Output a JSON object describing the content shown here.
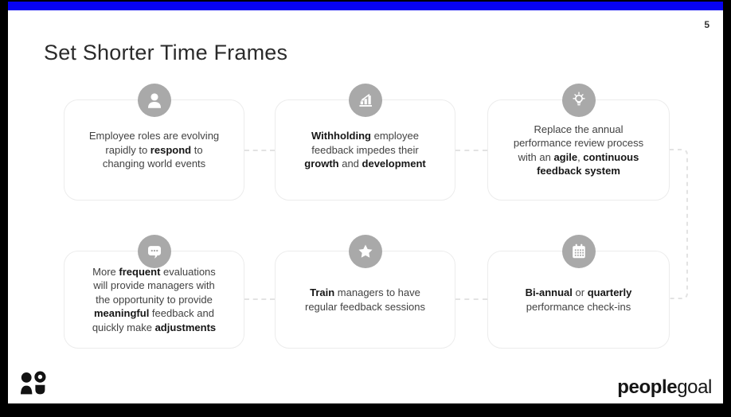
{
  "page": {
    "number": "5"
  },
  "title": "Set Shorter Time Frames",
  "brand": {
    "wordmark_bold": "people",
    "wordmark_light": "goal"
  },
  "colors": {
    "accent_bar": "#0703f3",
    "frame": "#000000",
    "icon_circle": "#a9a9a9",
    "card_border": "#ececec",
    "connector_dash": "#e3e3e3",
    "body_text": "#424242",
    "bold_text": "#161616"
  },
  "cards": [
    {
      "icon": "person-icon",
      "segments": [
        {
          "t": "Employee roles are evolving"
        },
        {
          "br": true
        },
        {
          "t": "rapidly to "
        },
        {
          "t": "respond",
          "b": true
        },
        {
          "t": " to"
        },
        {
          "br": true
        },
        {
          "t": "changing world events"
        }
      ]
    },
    {
      "icon": "bar-chart-icon",
      "segments": [
        {
          "t": "Withholding",
          "b": true
        },
        {
          "t": " employee"
        },
        {
          "br": true
        },
        {
          "t": "feedback impedes their"
        },
        {
          "br": true
        },
        {
          "t": "growth",
          "b": true
        },
        {
          "t": " and "
        },
        {
          "t": "development",
          "b": true
        }
      ]
    },
    {
      "icon": "lightbulb-icon",
      "segments": [
        {
          "t": "Replace the annual"
        },
        {
          "br": true
        },
        {
          "t": "performance review process"
        },
        {
          "br": true
        },
        {
          "t": "with an "
        },
        {
          "t": "agile",
          "b": true
        },
        {
          "t": ", "
        },
        {
          "t": "continuous",
          "b": true
        },
        {
          "br": true
        },
        {
          "t": "feedback system",
          "b": true
        }
      ]
    },
    {
      "icon": "comment-icon",
      "segments": [
        {
          "t": "More "
        },
        {
          "t": "frequent",
          "b": true
        },
        {
          "t": " evaluations"
        },
        {
          "br": true
        },
        {
          "t": "will provide managers with"
        },
        {
          "br": true
        },
        {
          "t": "the opportunity to provide"
        },
        {
          "br": true
        },
        {
          "t": "meaningful",
          "b": true
        },
        {
          "t": " feedback and"
        },
        {
          "br": true
        },
        {
          "t": "quickly make "
        },
        {
          "t": "adjustments",
          "b": true
        }
      ]
    },
    {
      "icon": "star-icon",
      "segments": [
        {
          "t": "Train",
          "b": true
        },
        {
          "t": " managers to have"
        },
        {
          "br": true
        },
        {
          "t": "regular feedback sessions"
        }
      ]
    },
    {
      "icon": "calendar-icon",
      "segments": [
        {
          "t": "Bi-annual",
          "b": true
        },
        {
          "t": " or "
        },
        {
          "t": "quarterly",
          "b": true
        },
        {
          "br": true
        },
        {
          "t": "performance check-ins"
        }
      ]
    }
  ]
}
